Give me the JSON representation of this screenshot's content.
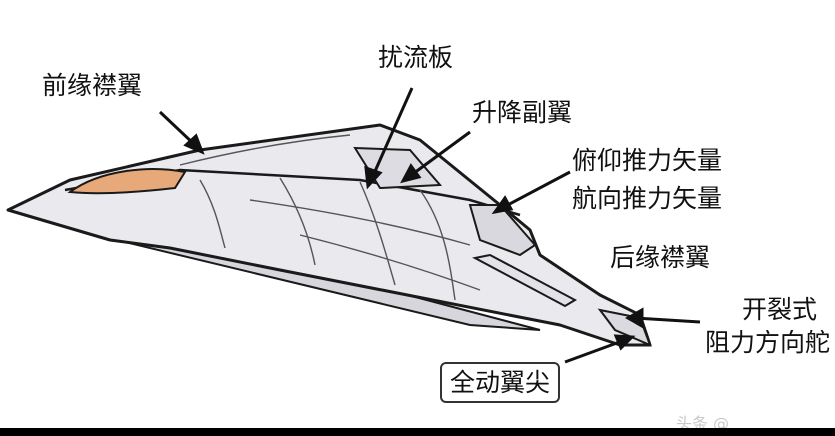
{
  "labels": {
    "leading_edge_flap": "前缘襟翼",
    "spoiler": "扰流板",
    "elevon": "升降副翼",
    "pitch_thrust_vector": "俯仰推力矢量",
    "yaw_thrust_vector": "航向推力矢量",
    "trailing_edge_flap": "后缘襟翼",
    "split_prefix": "开裂式",
    "split_rudder": "阻力方向舵",
    "all_moving_tip": "全动翼尖"
  },
  "watermark": "头条 @",
  "colors": {
    "fuselage_fill": "#e9e9ee",
    "canopy": "#e8a97a",
    "outline": "#1a1a1a",
    "panel_lines": "#555555"
  }
}
